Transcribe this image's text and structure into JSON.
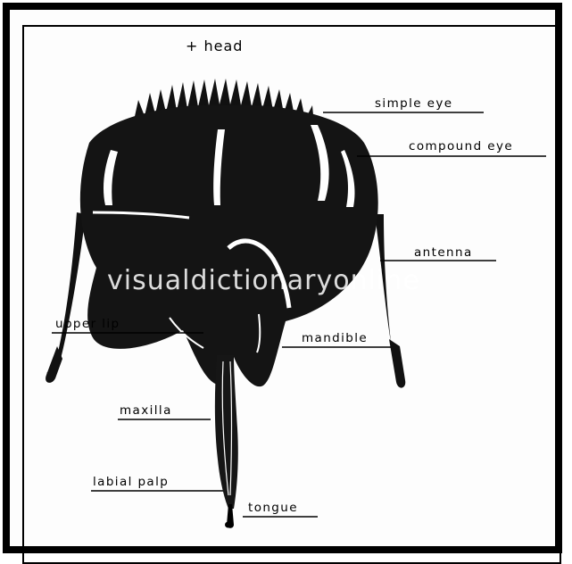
{
  "title": "+ head",
  "watermark": "visualdictionaryonline",
  "labels": {
    "simple_eye": "simple eye",
    "compound_eye": "compound eye",
    "antenna": "antenna",
    "upper_lip": "upper lip",
    "mandible": "mandible",
    "maxilla": "maxilla",
    "labial_palp": "labial palp",
    "tongue": "tongue"
  },
  "colors": {
    "ink": "#000000",
    "head": "#141414",
    "background": "#ffffff"
  }
}
